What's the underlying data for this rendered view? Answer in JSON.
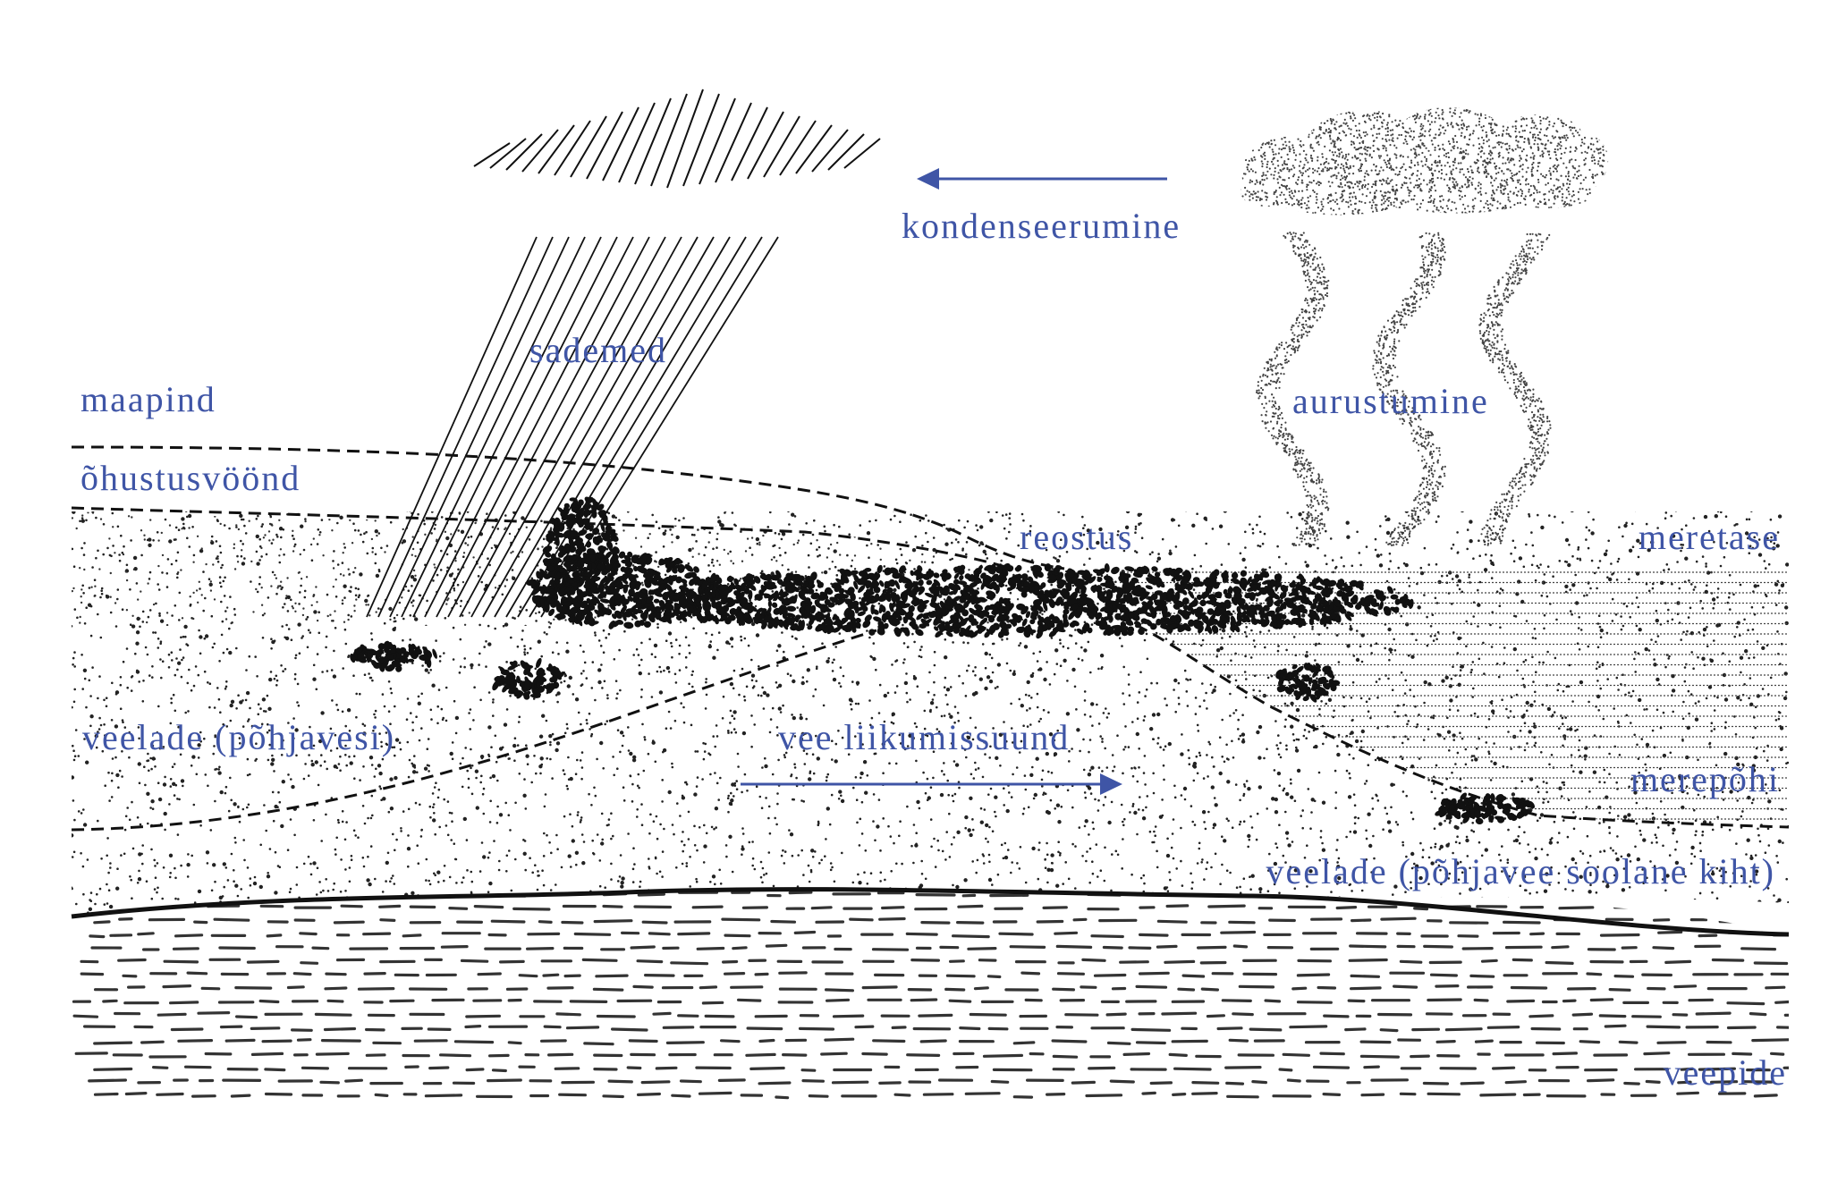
{
  "colors": {
    "label": "#3f55a6",
    "ink": "#111111",
    "background": "#ffffff"
  },
  "labels": {
    "maapind": "maapind",
    "ohustusvoond": "õhustusvöönd",
    "sademed": "sademed",
    "kondenseerumine": "kondenseerumine",
    "aurustumine": "aurustumine",
    "reostus": "reostus",
    "meretase": "meretase",
    "veelade_pohjavesi": "veelade (põhjavesi)",
    "vee_liikumissuund": "vee liikumissuund",
    "merepohi": "merepõhi",
    "veelade_soolane": "veelade (põhjavee soolane kiht)",
    "veepide": "veepide"
  },
  "icons": {
    "condensation_arrow": "arrow-left-icon",
    "flow_arrow": "arrow-right-icon"
  }
}
